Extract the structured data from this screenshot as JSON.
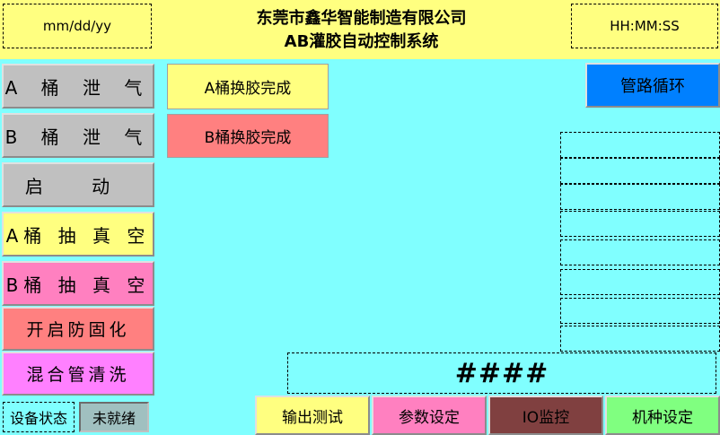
{
  "header": {
    "date_placeholder": "mm/dd/yy",
    "time_placeholder": "HH:MM:SS",
    "company": "东莞市鑫华智能制造有限公司",
    "system": "AB灌胶自动控制系统"
  },
  "left_buttons": {
    "a_vent": "A 桶 泄 气",
    "b_vent": "B 桶 泄 气",
    "start": "启 动",
    "a_vacuum": "A桶 抽 真 空",
    "b_vacuum": "B桶 抽 真 空",
    "anti_cure": "开启防固化",
    "mix_clean": "混合管清洗"
  },
  "status": {
    "a_change_done": "A桶换胶完成",
    "b_change_done": "B桶换胶完成",
    "pipe_cycle": "管路循环",
    "value_display": "####",
    "device_status_label": "设备状态",
    "device_status_value": "未就绪"
  },
  "bottom_nav": {
    "output_test": "输出测试",
    "param_settings": "参数设定",
    "io_monitor": "IO监控",
    "model_settings": "机种设定"
  },
  "colors": {
    "background": "#80ffff",
    "header": "#ffff80",
    "gray_button": "#c0c0c0",
    "yellow_button": "#ffff80",
    "pink_button": "#ff80c0",
    "salmon_button": "#ff8080",
    "violet_button": "#ff80ff",
    "blue_button": "#0080ff",
    "brown_button": "#804040",
    "green_button": "#80ff80"
  }
}
